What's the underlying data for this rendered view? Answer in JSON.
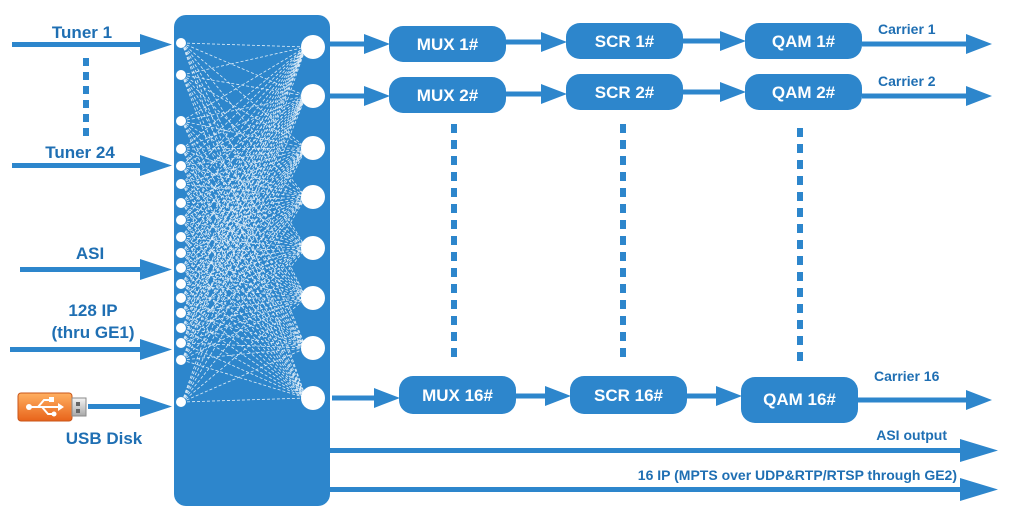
{
  "colors": {
    "primary": "#2d86cc",
    "label": "#1f6fb3",
    "box_text": "#ffffff",
    "usb_orange": "#f0781e"
  },
  "inputs": {
    "tuner_1": "Tuner 1",
    "tuner_24": "Tuner 24",
    "asi": "ASI",
    "ip_line1": "128 IP",
    "ip_line2": "(thru GE1)",
    "usb": "USB Disk"
  },
  "chains": [
    {
      "mux": "MUX 1#",
      "scr": "SCR 1#",
      "qam": "QAM 1#",
      "carrier": "Carrier 1"
    },
    {
      "mux": "MUX 2#",
      "scr": "SCR 2#",
      "qam": "QAM 2#",
      "carrier": "Carrier 2"
    },
    {
      "mux": "MUX 16#",
      "scr": "SCR 16#",
      "qam": "QAM 16#",
      "carrier": "Carrier 16"
    }
  ],
  "outputs": {
    "asi_output": "ASI output",
    "ip_output": "16 IP (MPTS over UDP&RTP/RTSP through GE2)"
  },
  "icons": {
    "usb_drive": "usb-drive-icon",
    "usb_symbol": "usb-symbol-icon"
  }
}
